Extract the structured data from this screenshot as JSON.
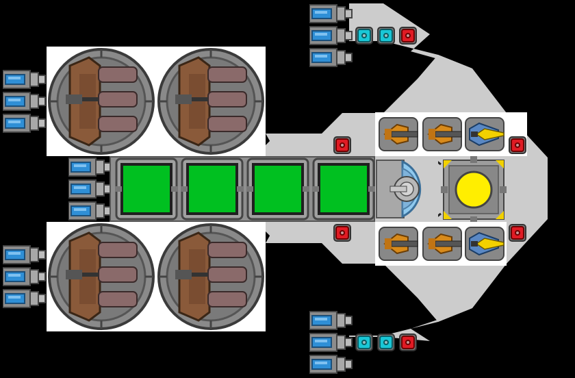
{
  "scene": {
    "type": "ship-designer-blueprint",
    "colors": {
      "space": "#000000",
      "hull_light": "#cccccc",
      "hull_mid": "#a8a8a8",
      "hull_dark": "#666666",
      "armor_brown": "#8a5a3a",
      "cargo_green": "#00c020",
      "thruster_blue": "#2f8fd6",
      "shield_cyan": "#19c7d6",
      "power_red": "#e01b24",
      "reactor_yellow": "#ffee00",
      "weapon_orange": "#d88a1a",
      "missile_yellow": "#f2d100"
    }
  },
  "modules": {
    "cargo_bays": [
      {
        "name": "cargo-1"
      },
      {
        "name": "cargo-2"
      },
      {
        "name": "cargo-3"
      },
      {
        "name": "cargo-4"
      }
    ],
    "turrets": [
      {
        "name": "turret-nw"
      },
      {
        "name": "turret-ne"
      },
      {
        "name": "turret-sw"
      },
      {
        "name": "turret-se"
      }
    ],
    "reactor": {
      "name": "reactor-core"
    },
    "bridge": {
      "name": "cockpit-dome"
    }
  }
}
